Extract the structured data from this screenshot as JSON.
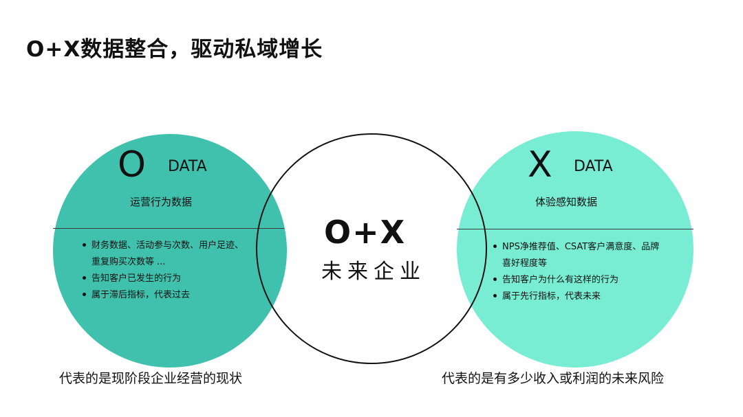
{
  "title": "O+X数据整合，驱动私域增长",
  "o_data": {
    "letter": "O",
    "data_label": "DATA",
    "subtitle": "运营行为数据",
    "bullets": [
      "财务数据、活动参与次数、用户足迹、",
      "告知客户已发生的行为",
      "属于滞后指标，代表过去"
    ],
    "bullet_continuation": "重复购买次数等 ...",
    "caption": "代表的是现阶段企业经营的现状",
    "color": "#3fc1ad"
  },
  "x_data": {
    "letter": "X",
    "data_label": "DATA",
    "subtitle": "体验感知数据",
    "bullets": [
      "NPS净推荐值、CSAT客户满意度、品牌",
      "告知客户为什么有这样的行为",
      "属于先行指标，代表未来"
    ],
    "bullet_continuation": "喜好程度等",
    "caption": "代表的是有多少收入或利润的未来风险",
    "color": "#79ecd4"
  },
  "center": {
    "main": "O+X",
    "sub": "未来企业"
  }
}
